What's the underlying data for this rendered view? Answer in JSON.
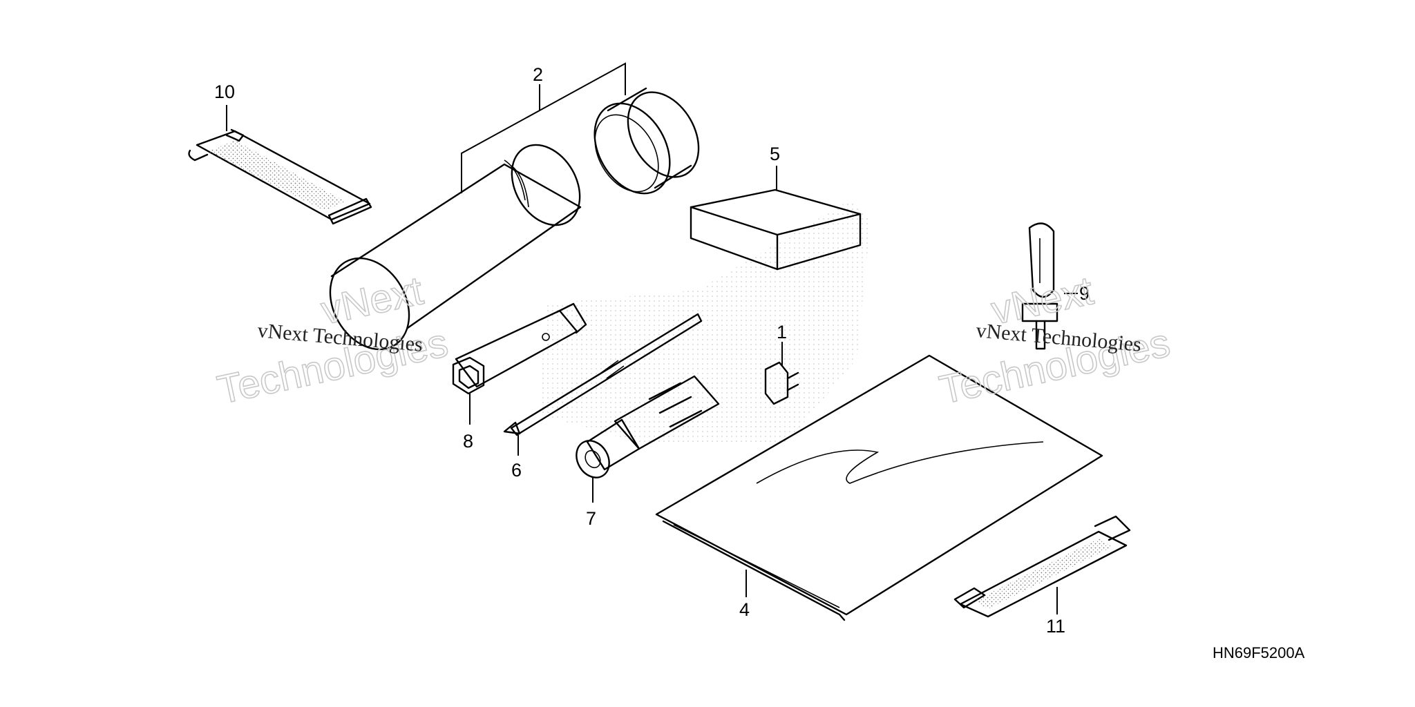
{
  "diagram": {
    "part_callouts": [
      {
        "id": "p1",
        "label": "1"
      },
      {
        "id": "p2",
        "label": "2"
      },
      {
        "id": "p4",
        "label": "4"
      },
      {
        "id": "p5",
        "label": "5"
      },
      {
        "id": "p6",
        "label": "6"
      },
      {
        "id": "p7",
        "label": "7"
      },
      {
        "id": "p8",
        "label": "8"
      },
      {
        "id": "p9",
        "label": "9"
      },
      {
        "id": "p10",
        "label": "10"
      },
      {
        "id": "p11",
        "label": "11"
      }
    ],
    "diagram_code": "HN69F5200A"
  },
  "watermark": {
    "line1": "vNext",
    "line2": "Technologies",
    "caption": "vNext Technologies"
  },
  "colors": {
    "ink": "#000000",
    "background": "#ffffff",
    "watermark": "#c8c8c8"
  }
}
